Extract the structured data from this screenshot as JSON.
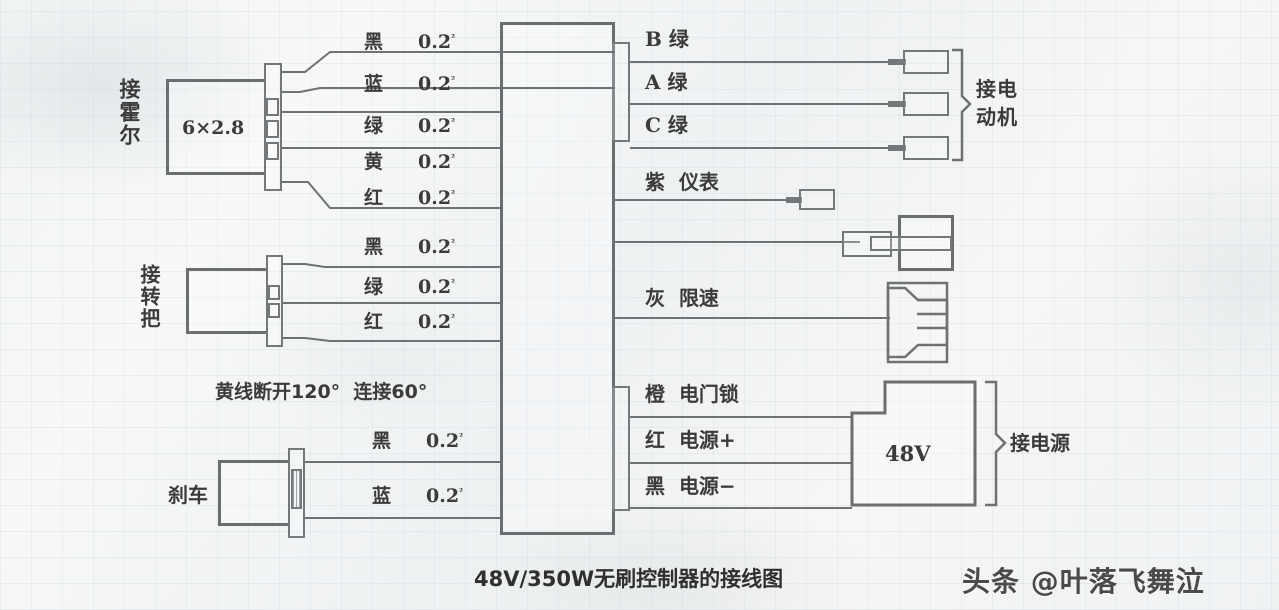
{
  "diagram": {
    "caption": "48V/350W无刷控制器的接线图",
    "watermark": "头条 @叶落飞舞泣",
    "note_yellow": "黄线断开120°  连接60°"
  },
  "left_groups": [
    {
      "name": "hall-connector",
      "label": "接霍尔",
      "pin_label": "6×2.8",
      "wires": [
        {
          "color": "黑",
          "gauge": "0.2",
          "unit": "²"
        },
        {
          "color": "蓝",
          "gauge": "0.2",
          "unit": "²"
        },
        {
          "color": "绿",
          "gauge": "0.2",
          "unit": "²"
        },
        {
          "color": "黄",
          "gauge": "0.2",
          "unit": "²"
        },
        {
          "color": "红",
          "gauge": "0.2",
          "unit": "²"
        }
      ]
    },
    {
      "name": "throttle-connector",
      "label": "接转把",
      "pin_label": "",
      "wires": [
        {
          "color": "黑",
          "gauge": "0.2",
          "unit": "²"
        },
        {
          "color": "绿",
          "gauge": "0.2",
          "unit": "²"
        },
        {
          "color": "红",
          "gauge": "0.2",
          "unit": "²"
        }
      ]
    },
    {
      "name": "brake-connector",
      "label": "刹车",
      "pin_label": "",
      "wires": [
        {
          "color": "黑",
          "gauge": "0.2",
          "unit": "²"
        },
        {
          "color": "蓝",
          "gauge": "0.2",
          "unit": "²"
        }
      ]
    }
  ],
  "right_groups": [
    {
      "name": "motor-phases",
      "bracket_label_line1": "接电",
      "bracket_label_line2": "动机",
      "wires": [
        {
          "phase": "B",
          "color": "绿"
        },
        {
          "phase": "A",
          "color": "绿"
        },
        {
          "phase": "C",
          "color": "绿"
        }
      ]
    },
    {
      "name": "meter-wire",
      "wires": [
        {
          "color": "紫",
          "function": "仪表"
        }
      ]
    },
    {
      "name": "speed-limit-wire",
      "wires": [
        {
          "color": "灰",
          "function": "限速"
        }
      ]
    },
    {
      "name": "power-wires",
      "bracket_label": "接电源",
      "battery_label": "48V",
      "wires": [
        {
          "color": "橙",
          "function": "电门锁"
        },
        {
          "color": "红",
          "function": "电源+"
        },
        {
          "color": "黑",
          "function": "电源−"
        }
      ]
    }
  ]
}
